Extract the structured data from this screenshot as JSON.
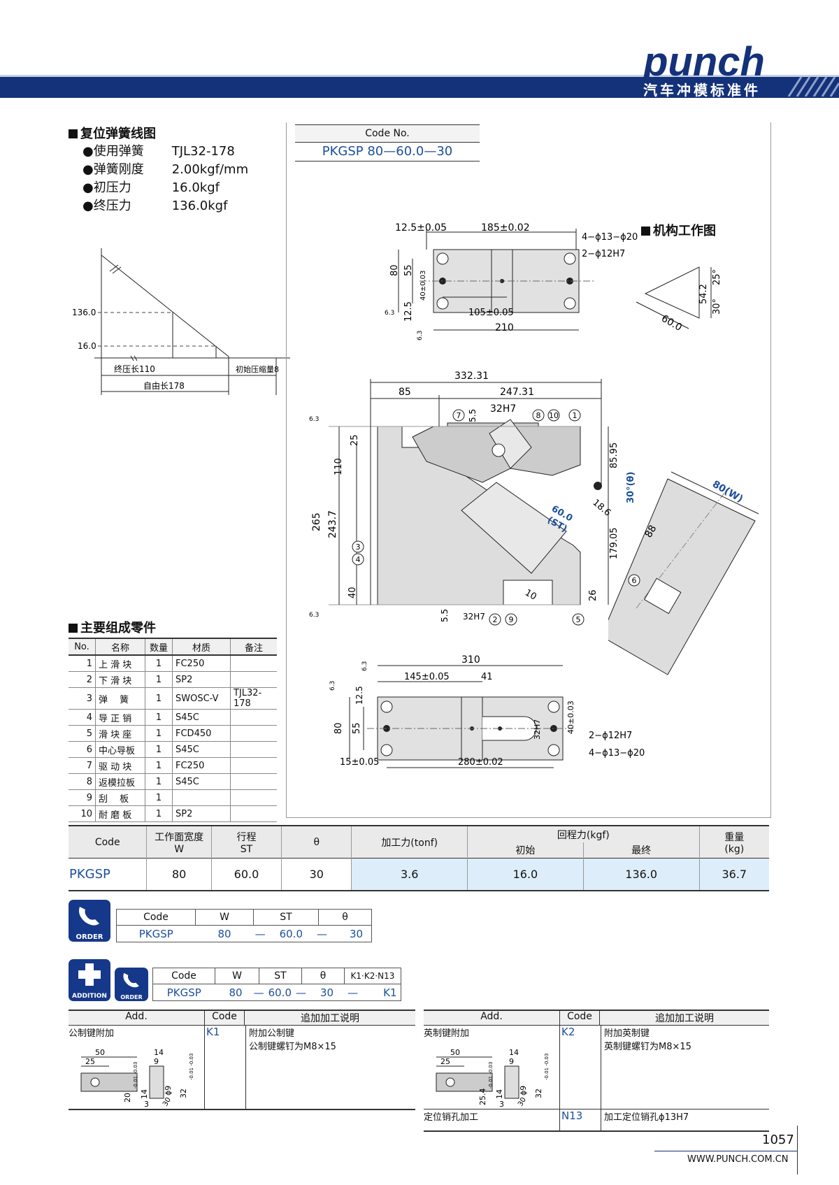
{
  "header": {
    "brand": "punch",
    "subtitle": "汽车冲模标准件"
  },
  "spring": {
    "section_title": "复位弹簧线图",
    "items": [
      {
        "label": "使用弹簧",
        "value": "TJL32-178"
      },
      {
        "label": "弹簧刚度",
        "value": "2.00kgf/mm"
      },
      {
        "label": "初压力",
        "value": "16.0kgf"
      },
      {
        "label": "终压力",
        "value": "136.0kgf"
      }
    ],
    "chart_labels": {
      "y1": "136.0",
      "y2": "16.0",
      "final_len": "终压长110",
      "init_comp": "初始压缩量8",
      "free_len": "自由长178"
    }
  },
  "code_no": {
    "header": "Code No.",
    "value": "PKGSP 80—60.0—30"
  },
  "mechanism_title": "机构工作图",
  "dims": {
    "top_view": [
      "12.5±0.05",
      "185±0.02",
      "4−ϕ13−ϕ20",
      "2−ϕ12H7",
      "80",
      "55",
      "40±0.03",
      "12.5",
      "6.3",
      "105±0.05",
      "210",
      "6.3"
    ],
    "angle": [
      "60.0",
      "54.2",
      "25°",
      "30°"
    ],
    "front": [
      "332.31",
      "85",
      "247.31",
      "32H7",
      "5.5",
      "25",
      "110",
      "265",
      "243.7",
      "40",
      "5.5",
      "32H7",
      "85.95",
      "179.05",
      "26",
      "18.6",
      "10",
      "30°(θ)",
      "60.0",
      "(ST)",
      "6.3",
      "6.3"
    ],
    "side": [
      "80(W)",
      "88"
    ],
    "bottom_view": [
      "310",
      "145±0.05",
      "41",
      "6.3",
      "12.5",
      "80",
      "55",
      "32H7",
      "40±0.03",
      "2−ϕ12H7",
      "4−ϕ13−ϕ20",
      "15±0.05",
      "280±0.02",
      "6.3"
    ],
    "balloons": [
      "7",
      "8",
      "10",
      "1",
      "3",
      "4",
      "2",
      "9",
      "5",
      "6"
    ]
  },
  "parts": {
    "section_title": "主要组成零件",
    "headers": [
      "No.",
      "名称",
      "数量",
      "材质",
      "备注"
    ],
    "rows": [
      [
        "1",
        "上 滑 块",
        "1",
        "FC250",
        ""
      ],
      [
        "2",
        "下 滑 块",
        "1",
        "SP2",
        ""
      ],
      [
        "3",
        "弹　 簧",
        "1",
        "SWOSC-V",
        "TJL32-178"
      ],
      [
        "4",
        "导 正 销",
        "1",
        "S45C",
        ""
      ],
      [
        "5",
        "滑 块 座",
        "1",
        "FCD450",
        ""
      ],
      [
        "6",
        "中心导板",
        "1",
        "S45C",
        ""
      ],
      [
        "7",
        "驱 动 块",
        "1",
        "FC250",
        ""
      ],
      [
        "8",
        "返模拉板",
        "1",
        "S45C",
        ""
      ],
      [
        "9",
        "刮　 板",
        "1",
        "",
        ""
      ],
      [
        "10",
        "耐 磨 板",
        "1",
        "SP2",
        ""
      ]
    ]
  },
  "spec_table": {
    "h_code": "Code",
    "h_w": "工作面宽度",
    "h_w2": "W",
    "h_st": "行程",
    "h_st2": "ST",
    "h_theta": "θ",
    "h_force": "加工力(tonf)",
    "h_return": "回程力(kgf)",
    "h_init": "初始",
    "h_final": "最终",
    "h_weight": "重量",
    "h_weight2": "(kg)",
    "row": {
      "code": "PKGSP",
      "w": "80",
      "st": "60.0",
      "theta": "30",
      "force": "3.6",
      "init": "16.0",
      "final": "136.0",
      "weight": "36.7"
    }
  },
  "order": {
    "icon_label": "ORDER",
    "headers": [
      "Code",
      "W",
      "ST",
      "θ"
    ],
    "values": {
      "code": "PKGSP",
      "w": "80",
      "d1": "—",
      "st": "60.0",
      "d2": "—",
      "theta": "30"
    }
  },
  "addition": {
    "icon_label": "ADDITION",
    "icon2_label": "ORDER",
    "headers": [
      "Code",
      "W",
      "ST",
      "θ",
      "K1·K2·N13"
    ],
    "values": {
      "code": "PKGSP",
      "w": "80",
      "st": "60.0",
      "theta": "30",
      "add": "K1"
    },
    "dash": "—"
  },
  "add_table": {
    "headers": [
      "Add.",
      "Code",
      "追加加工说明"
    ],
    "left": {
      "name": "公制键附加",
      "code": "K1",
      "desc1": "附加公制键",
      "desc2": "公制键螺钉为M8×15",
      "dims": [
        "50",
        "25",
        "14",
        "9",
        "20",
        "-0.01 -0.03",
        "14",
        "ϕ9",
        "32",
        "-0.01 -0.03",
        "3",
        "30"
      ]
    },
    "right": {
      "name": "英制键附加",
      "code": "K2",
      "desc1": "附加英制键",
      "desc2": "英制键螺钉为M8×15",
      "dims": [
        "50",
        "25",
        "14",
        "9",
        "25.4",
        "-0.01 -0.03",
        "14",
        "ϕ9",
        "32",
        "-0.01 -0.03",
        "3",
        "30"
      ]
    },
    "extra": {
      "name": "定位销孔加工",
      "code": "N13",
      "desc": "加工定位销孔ϕ13H7"
    }
  },
  "footer": {
    "page": "1057",
    "url": "WWW.PUNCH.COM.CN"
  }
}
